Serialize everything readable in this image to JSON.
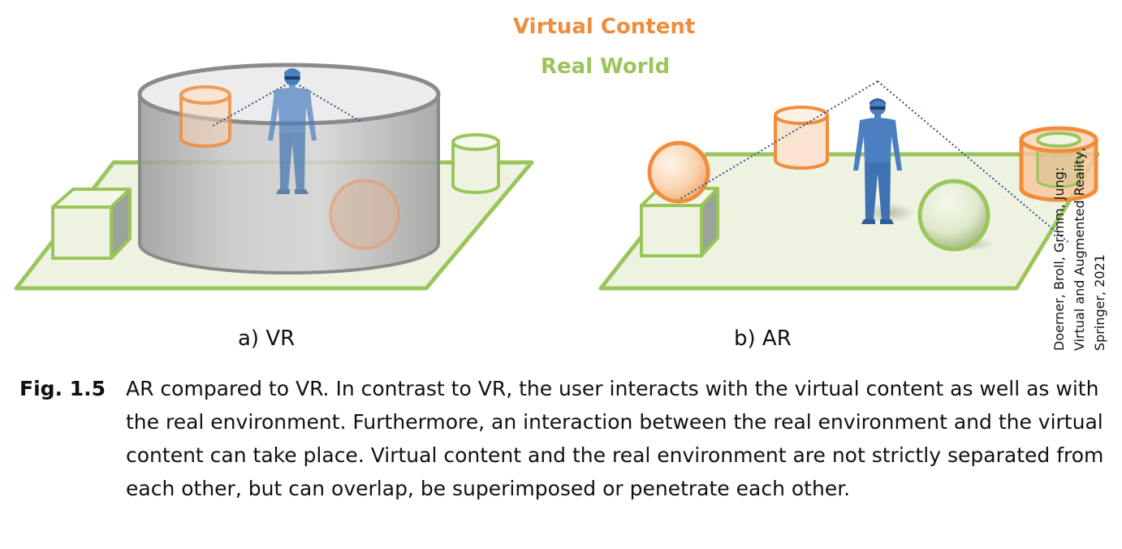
{
  "legend": {
    "virtual_label": "Virtual Content",
    "real_label": "Real World"
  },
  "panels": {
    "vr_label": "a) VR",
    "ar_label": "b) AR"
  },
  "credit": {
    "lines": [
      "Doerner, Broll, Grimm, Jung:",
      "Virtual and Augmented Reality,",
      "Springer, 2021"
    ]
  },
  "caption": {
    "label": "Fig. 1.5",
    "text": "AR compared to VR. In contrast to VR, the user interacts with the virtual content as well as with the real environment. Furthermore, an interaction between the real environment and the virtual content can take place. Virtual content and the real environment are not strictly separated from each other, but can overlap, be superimposed or penetrate each other."
  },
  "colors": {
    "virtual": "#f08d3c",
    "real": "#9bc55a",
    "person": "#4a7fc1"
  }
}
